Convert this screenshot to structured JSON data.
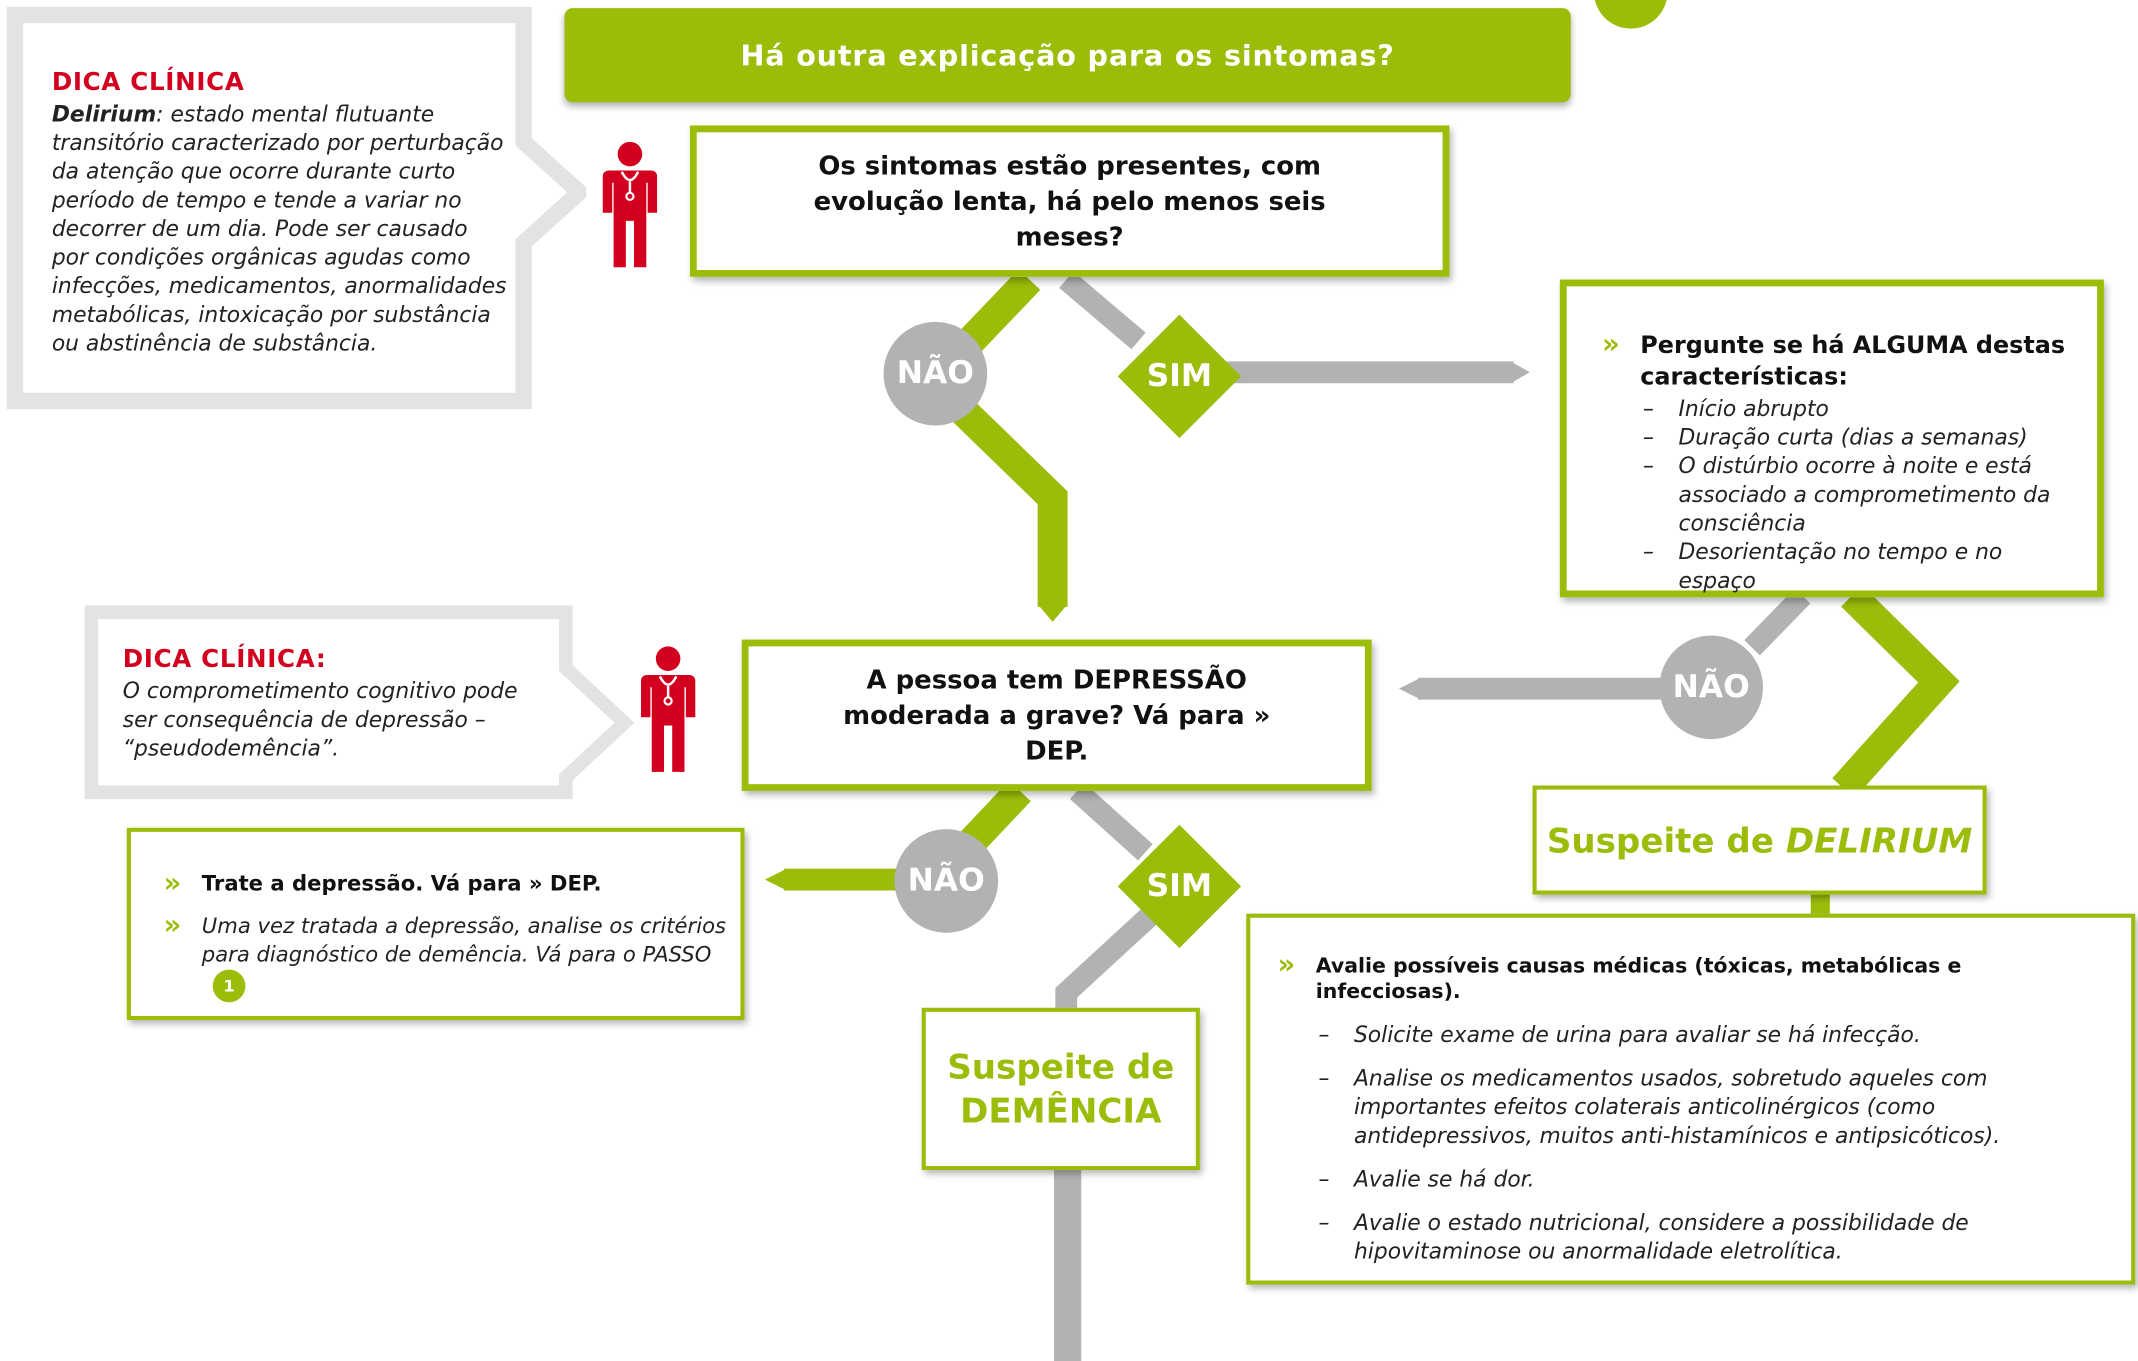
{
  "header": {
    "question": "Há outra explicação para os sintomas?"
  },
  "tip1": {
    "title": "DICA CLÍNICA",
    "term": "Delirium",
    "text": ": estado mental flutuante transitório caracterizado por perturbação da atenção que ocorre durante curto período de tempo e tende a variar no decorrer de um dia. Pode ser causado por condições orgânicas agudas como infecções, medicamentos, anormalidades metabólicas, intoxicação por substância ou abstinência de substância."
  },
  "q1": {
    "text": "Os sintomas estão presentes, com evolução lenta, há pelo menos seis meses?"
  },
  "labels": {
    "no1": "NÃO",
    "yes1": "SIM",
    "no2": "NÃO",
    "no3": "NÃO",
    "yes3": "SIM"
  },
  "ask": {
    "heading": "Pergunte se há ALGUMA destas características:",
    "items": [
      "Início abrupto",
      "Duração curta (dias a semanas)",
      "O distúrbio ocorre à noite e está associado a comprometimento da consciência",
      "Desorientação no tempo e no espaço"
    ]
  },
  "tip2": {
    "title": "DICA CLÍNICA:",
    "text": "O comprometimento cognitivo pode ser consequência de depressão – “pseudodemência”."
  },
  "q2": {
    "text": "A pessoa tem DEPRESSÃO moderada a grave? Vá para » DEP."
  },
  "delirium": {
    "prefix": "Suspeite de ",
    "term": "DELIRIUM"
  },
  "treat": {
    "item1": "Trate a depressão. Vá para » DEP.",
    "item2": "Uma vez tratada a depressão, analise os critérios para diagnóstico de demência. Vá para o PASSO",
    "step": "1"
  },
  "dementia": {
    "line1": "Suspeite de",
    "line2": "DEMÊNCIA"
  },
  "causes": {
    "heading": "Avalie possíveis causas médicas (tóxicas, metabólicas e infecciosas).",
    "items": [
      "Solicite exame de urina para avaliar se há infecção.",
      "Analise os medicamentos usados, sobretudo aqueles com importantes efeitos colaterais anticolinérgicos (como antidepressivos, muitos anti-histamínicos e antipsicóticos).",
      "Avalie se há dor.",
      "Avalie o estado nutricional, considere a possibilidade de hipovitaminose ou anormalidade eletrolítica."
    ]
  },
  "colors": {
    "green": "#9bbd0a",
    "gray": "#b2b2b2",
    "red": "#d2001e",
    "tip_frame": "#e3e3e3"
  }
}
